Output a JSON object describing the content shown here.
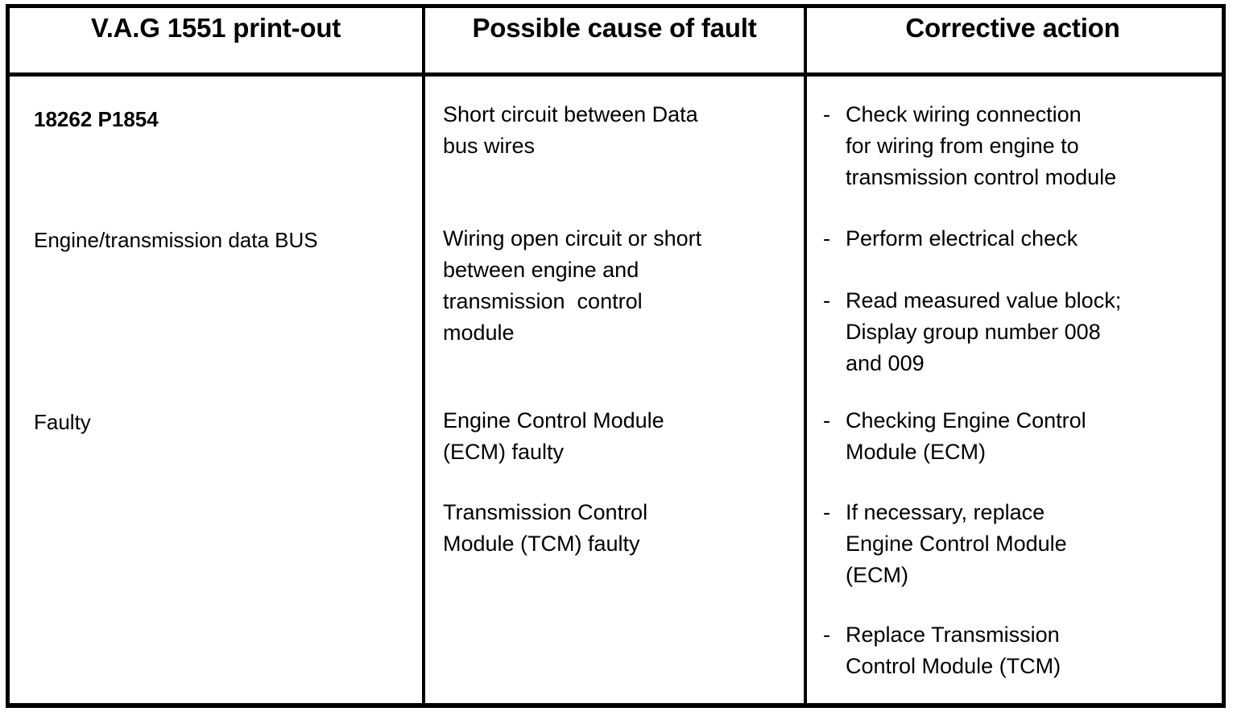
{
  "table": {
    "headers": [
      "V.A.G 1551 print-out",
      "Possible cause of fault",
      "Corrective action"
    ],
    "rows": [
      {
        "printout": {
          "lines": [
            "18262 P1854"
          ],
          "bold": true
        },
        "cause": {
          "lines": [
            "Short circuit between Data",
            "bus wires"
          ]
        },
        "action": {
          "bullets": [
            {
              "marker": "-",
              "lines": [
                "Check wiring connection",
                "for wiring from engine to",
                "transmission control module"
              ]
            }
          ]
        }
      },
      {
        "printout": {
          "lines": [
            "Engine/transmission data BUS"
          ],
          "bold": false
        },
        "cause": {
          "lines": [
            "Wiring open circuit or short",
            "between engine and",
            "transmission  control",
            "module"
          ]
        },
        "action": {
          "bullets": [
            {
              "marker": "-",
              "lines": [
                "Perform electrical check"
              ]
            },
            {
              "marker": "-",
              "lines": [
                "Read measured value block;",
                "Display group number 008",
                "and 009"
              ]
            }
          ]
        }
      },
      {
        "printout": {
          "lines": [
            "Faulty"
          ],
          "bold": false
        },
        "cause": {
          "groups": [
            {
              "lines": [
                "Engine Control Module",
                "(ECM) faulty"
              ]
            },
            {
              "lines": [
                "Transmission Control",
                "Module (TCM) faulty"
              ]
            }
          ]
        },
        "action": {
          "bullets": [
            {
              "marker": "-",
              "lines": [
                "Checking Engine Control",
                "Module (ECM)"
              ]
            },
            {
              "marker": "-",
              "lines": [
                "If necessary, replace",
                "Engine Control Module",
                "(ECM)"
              ]
            },
            {
              "marker": "-",
              "lines": [
                "Replace Transmission",
                "Control Module (TCM)"
              ]
            }
          ]
        }
      }
    ]
  },
  "colors": {
    "border": "#000000",
    "text": "#000000",
    "background": "#ffffff"
  }
}
